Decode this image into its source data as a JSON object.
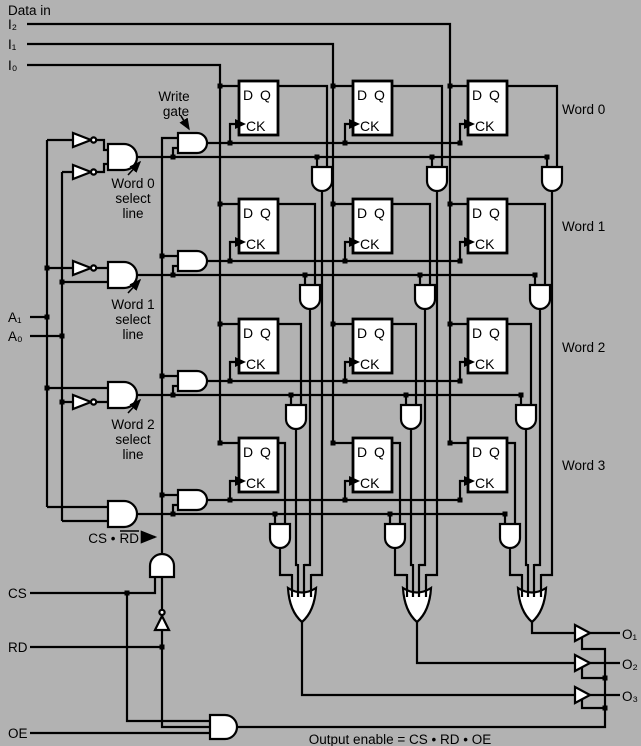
{
  "colors": {
    "background": "#b2b2b2",
    "line": "#000000",
    "gate_fill": "#ffffff"
  },
  "header": {
    "title": "Data in"
  },
  "inputs": {
    "data": [
      "I₂",
      "I₁",
      "I₀"
    ],
    "address": [
      "A₁",
      "A₀"
    ],
    "controls": [
      "CS",
      "RD",
      "OE"
    ]
  },
  "outputs": [
    "O₁",
    "O₂",
    "O₃"
  ],
  "words": [
    "Word 0",
    "Word 1",
    "Word 2",
    "Word 3"
  ],
  "annotations": {
    "write_gate": {
      "line1": "Write",
      "line2": "gate"
    },
    "word0_select": {
      "line1": "Word 0",
      "line2": "select",
      "line3": "line"
    },
    "word1_select": {
      "line1": "Word 1",
      "line2": "select",
      "line3": "line"
    },
    "word2_select": {
      "line1": "Word 2",
      "line2": "select",
      "line3": "line"
    },
    "write_enable": {
      "prefix": "CS •",
      "overlined": "RD"
    },
    "output_enable": "Output enable = CS • RD • OE"
  },
  "flipflop": {
    "d": "D",
    "q": "Q",
    "ck": "CK"
  }
}
